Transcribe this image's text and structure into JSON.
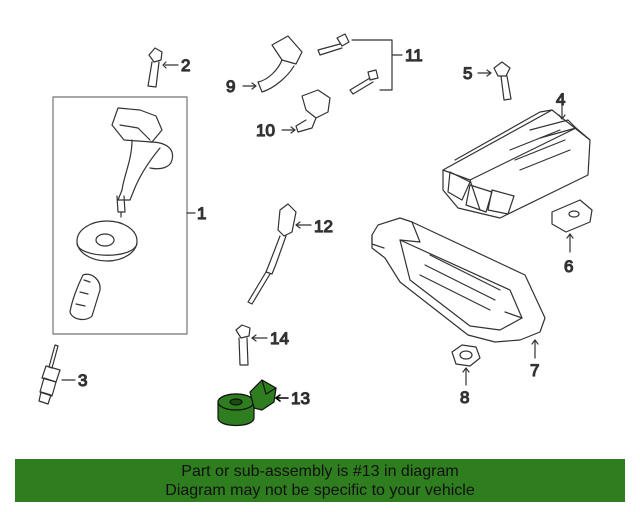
{
  "callouts": {
    "c1": "1",
    "c2": "2",
    "c3": "3",
    "c4": "4",
    "c5": "5",
    "c6": "6",
    "c7": "7",
    "c8": "8",
    "c9": "9",
    "c10": "10",
    "c11": "11",
    "c12": "12",
    "c13": "13",
    "c14": "14"
  },
  "highlight_color": "#2e7d1e",
  "banner": {
    "line1": "Part or sub-assembly is #13 in diagram",
    "line2": "Diagram may not be specific to your vehicle"
  }
}
